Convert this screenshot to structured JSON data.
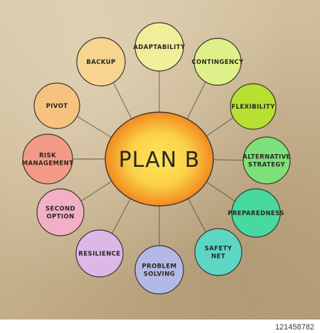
{
  "diagram": {
    "center": {
      "label": "PLAN B",
      "fill_outer": "#f28a1e",
      "fill_inner": "#fde55a"
    },
    "nodes": [
      {
        "id": "adaptability",
        "lines": [
          "ADAPTABILITY"
        ],
        "color": "#f0ee9a"
      },
      {
        "id": "contingency",
        "lines": [
          "CONTINGENCY"
        ],
        "color": "#dff08a"
      },
      {
        "id": "flexibility",
        "lines": [
          "FLEXIBILITY"
        ],
        "color": "#b7e033"
      },
      {
        "id": "alternative-strategy",
        "lines": [
          "ALTERNATIVE",
          "STRATEGY"
        ],
        "color": "#7ee07a"
      },
      {
        "id": "preparedness",
        "lines": [
          "PREPAREDNESS"
        ],
        "color": "#47d9a0"
      },
      {
        "id": "safety-net",
        "lines": [
          "SAFETY",
          "NET"
        ],
        "color": "#5ed6c4"
      },
      {
        "id": "problem-solving",
        "lines": [
          "PROBLEM",
          "SOLVING"
        ],
        "color": "#b4b8e6"
      },
      {
        "id": "resilience",
        "lines": [
          "RESILIENCE"
        ],
        "color": "#ddb7e8"
      },
      {
        "id": "second-option",
        "lines": [
          "SECOND",
          "OPTION"
        ],
        "color": "#f2b0c7"
      },
      {
        "id": "risk-management",
        "lines": [
          "RISK",
          "MANAGEMENT"
        ],
        "color": "#f29a85"
      },
      {
        "id": "pivot",
        "lines": [
          "PIVOT"
        ],
        "color": "#f7c27f"
      },
      {
        "id": "backup",
        "lines": [
          "BACKUP"
        ],
        "color": "#f7d590"
      }
    ]
  },
  "watermark": {
    "image_id": "121458782"
  }
}
